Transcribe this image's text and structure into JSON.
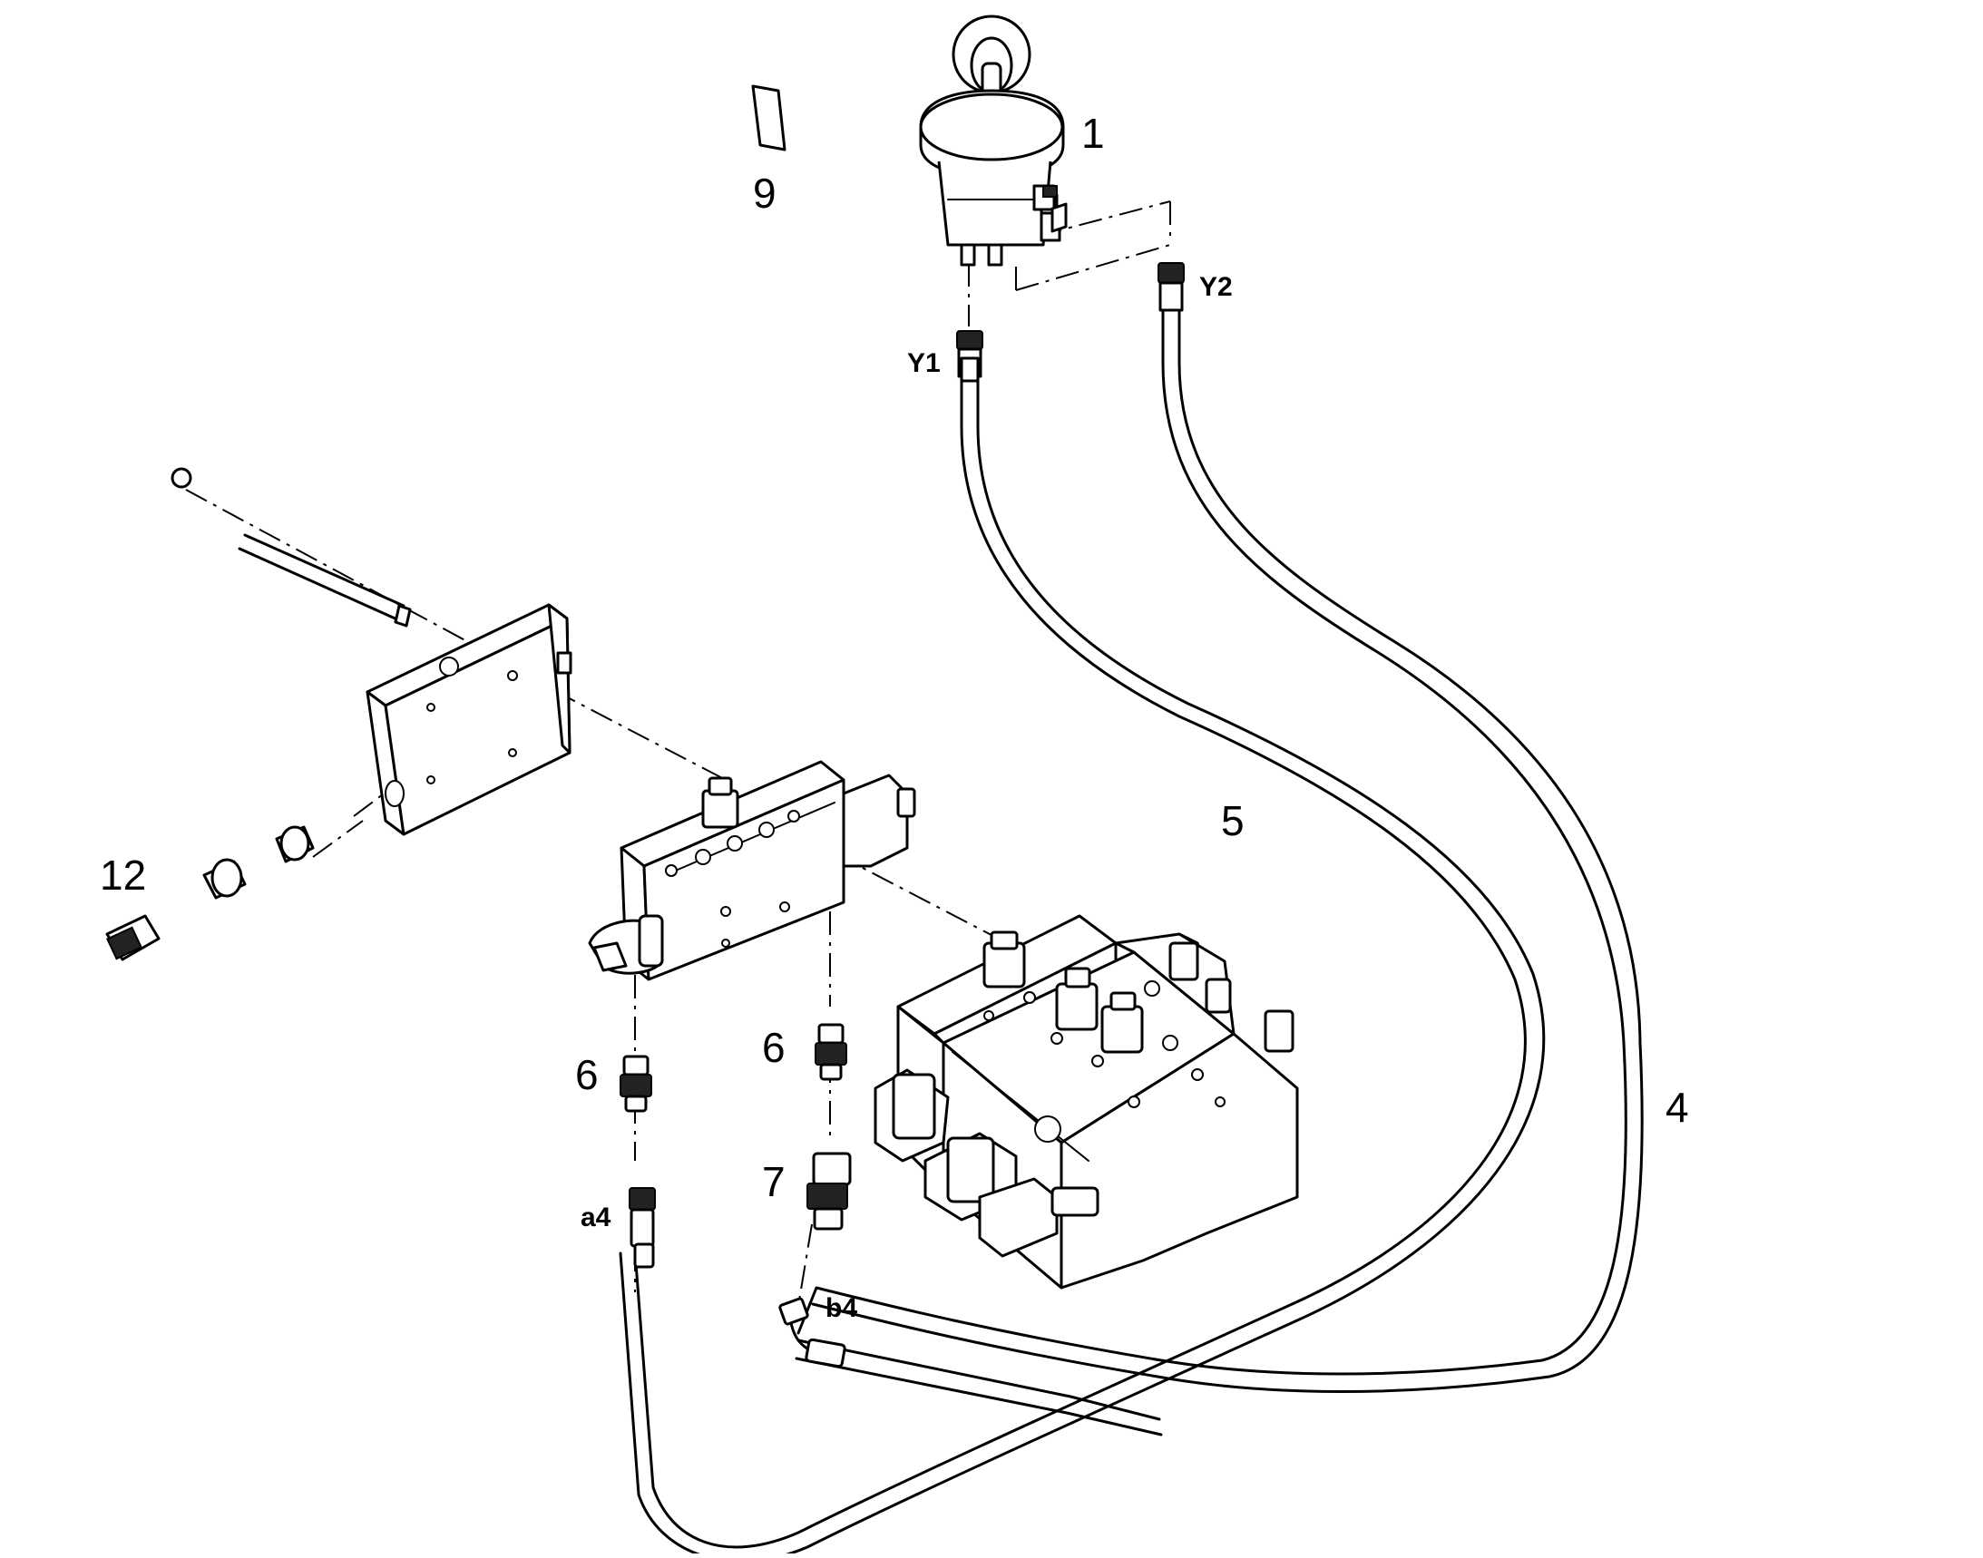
{
  "callouts": {
    "part_1": "1",
    "part_4": "4",
    "part_5": "5",
    "part_6a": "6",
    "part_6b": "6",
    "part_7": "7",
    "part_9": "9",
    "part_12": "12"
  },
  "ports": {
    "y1": "Y1",
    "y2": "Y2",
    "a4": "a4",
    "b4": "b4"
  }
}
